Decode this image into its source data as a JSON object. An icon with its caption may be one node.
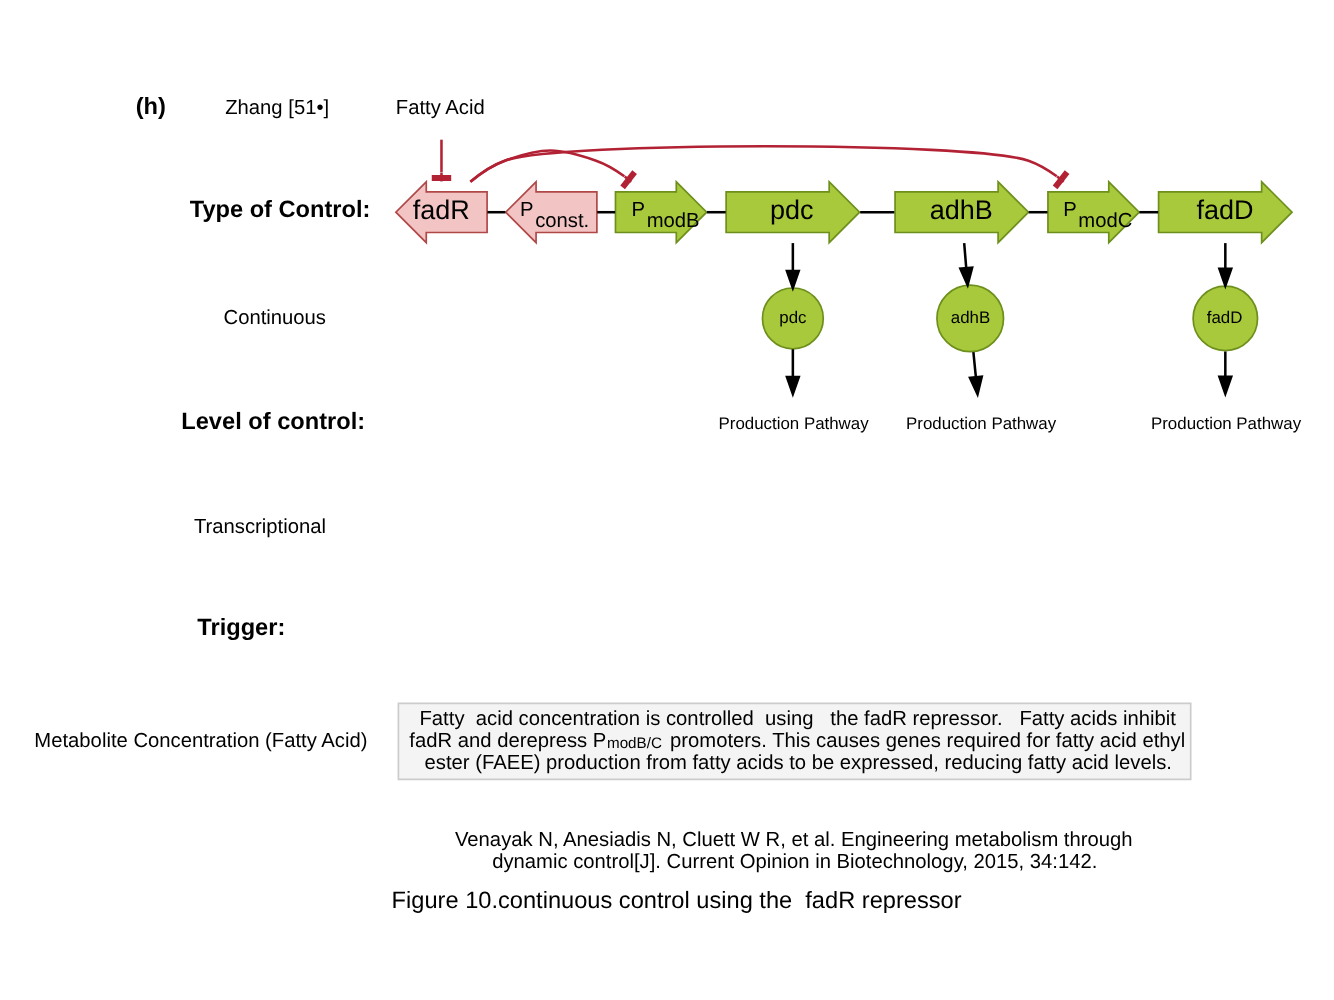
{
  "diagram": {
    "caption": "Figure 10.continuous control using the  fadR repressor",
    "nodes": [
      {
        "text": [
          "Fatty Acid"
        ]
      },
      {
        "text": [
          "fadR"
        ]
      },
      {
        "text": [
          "P$_{const.}$"
        ]
      },
      {
        "text": [
          "P$_{modB}$"
        ]
      },
      {
        "text": [
          "pdc"
        ]
      },
      {
        "text": [
          "adhB"
        ]
      },
      {
        "text": [
          "P$_{modC}$"
        ]
      },
      {
        "text": [
          "fadD"
        ]
      },
      {
        "text": [
          "pdc"
        ]
      },
      {
        "text": [
          "adhB"
        ]
      },
      {
        "text": [
          "fadD"
        ]
      },
      {
        "text": [
          "Production Pathway"
        ]
      },
      {
        "text": [
          "Production Pathway"
        ]
      },
      {
        "text": [
          "Production Pathway"
        ]
      }
    ],
    "edges": [
      {
        "from": 0,
        "to": 1,
        "arrow": "other",
        "color": "#b22234"
      },
      {
        "from": 1,
        "to": 3,
        "arrow": "other",
        "color": "#b22234"
      },
      {
        "from": 1,
        "to": 6,
        "arrow": "other",
        "color": "#b22234"
      },
      {
        "from": 1,
        "to": 2,
        "arrow": "none"
      },
      {
        "from": 2,
        "to": 3,
        "arrow": "none"
      },
      {
        "from": 3,
        "to": 4,
        "arrow": "none"
      },
      {
        "from": 4,
        "to": 5,
        "arrow": "none"
      },
      {
        "from": 5,
        "to": 6,
        "arrow": "none"
      },
      {
        "from": 6,
        "to": 7,
        "arrow": "none"
      },
      {
        "from": 4,
        "to": 8,
        "arrow": "to"
      },
      {
        "from": 5,
        "to": 9,
        "arrow": "to"
      },
      {
        "from": 7,
        "to": 10,
        "arrow": "to"
      },
      {
        "from": 8,
        "to": 11,
        "arrow": "to"
      },
      {
        "from": 9,
        "to": 12,
        "arrow": "to"
      },
      {
        "from": 10,
        "to": 13,
        "arrow": "to"
      }
    ],
    "labels": [
      "(h)",
      "Zhang [51•]",
      "Type of Control:",
      "Continuous",
      "Level of control:",
      "Transcriptional",
      "Trigger:",
      "Metabolite Concentration (Fatty Acid)",
      "Fatty  acid concentration is controlled  using   the fadR repressor.   Fatty acids inhibit fadR and derepress P$_{modB/C}$ promoters. This causes genes required for fatty acid ethyl ester (FAEE) production from fatty acids to be expressed, reducing fatty acid levels.",
      "Venayak N, Anesiadis N, Cluett W R, et al. Engineering metabolism through dynamic control[J]. Current Opinion in Biotechnology, 2015, 34:142."
    ]
  }
}
